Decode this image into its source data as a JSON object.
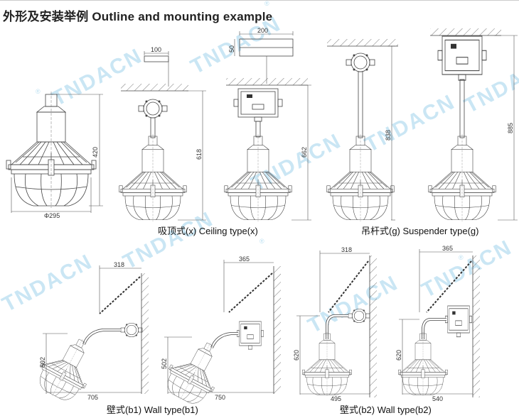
{
  "title": "外形及安装举例 Outline and mounting example",
  "watermark": {
    "text": "TNDACN",
    "mark": "®",
    "color": "#9fd3ec"
  },
  "captions": {
    "ceiling": "吸顶式(x) Ceiling type(x)",
    "suspender": "吊杆式(g) Suspender type(g)",
    "wall_b1": "壁式(b1) Wall type(b1)",
    "wall_b2": "壁式(b2) Wall type(b2)"
  },
  "dimensions": {
    "lamp_height": "420",
    "lamp_diameter": "Φ295",
    "ceiling_round_bracket": "100",
    "ceiling_round_height": "618",
    "box_width": "200",
    "box_depth": "50",
    "ceiling_box_height": "662",
    "suspender_round_height": "838",
    "suspender_box_height": "885",
    "b1_round_top": "318",
    "b1_round_height": "502",
    "b1_round_width": "705",
    "b1_box_top": "365",
    "b1_box_height": "502",
    "b1_box_width": "750",
    "b2_round_top": "318",
    "b2_round_height": "620",
    "b2_round_width": "495",
    "b2_box_top": "365",
    "b2_box_height": "620",
    "b2_box_width": "540"
  }
}
